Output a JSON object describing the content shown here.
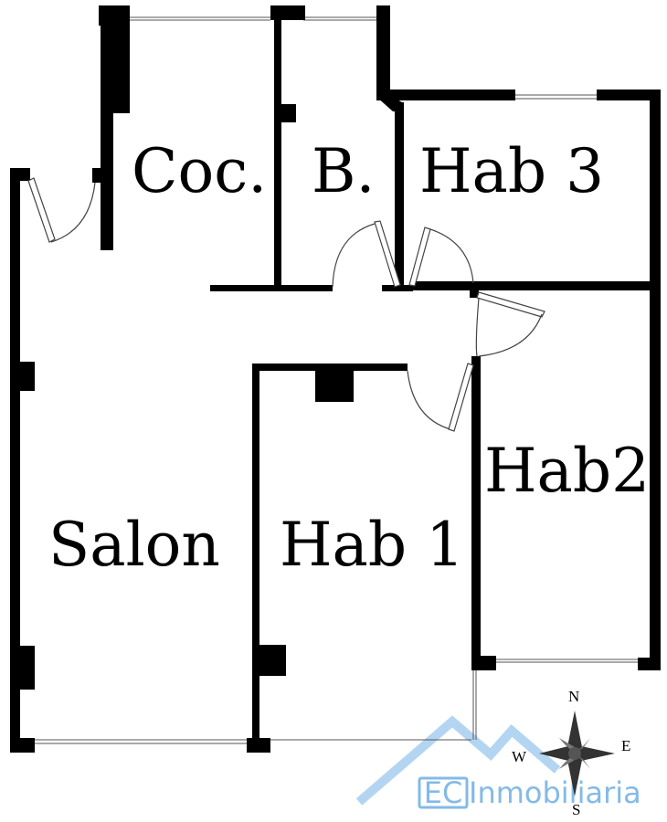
{
  "rooms": {
    "cocina": "Coc.",
    "bano": "B.",
    "hab3": "Hab 3",
    "hab2": "Hab2",
    "salon": "Salon",
    "hab1": "Hab 1"
  },
  "compass": {
    "n": "N",
    "s": "S",
    "e": "E",
    "w": "W"
  },
  "watermark": {
    "brand_initials": "EC",
    "brand_name": "Inmobiliaria",
    "color": "#5aa4e0"
  }
}
